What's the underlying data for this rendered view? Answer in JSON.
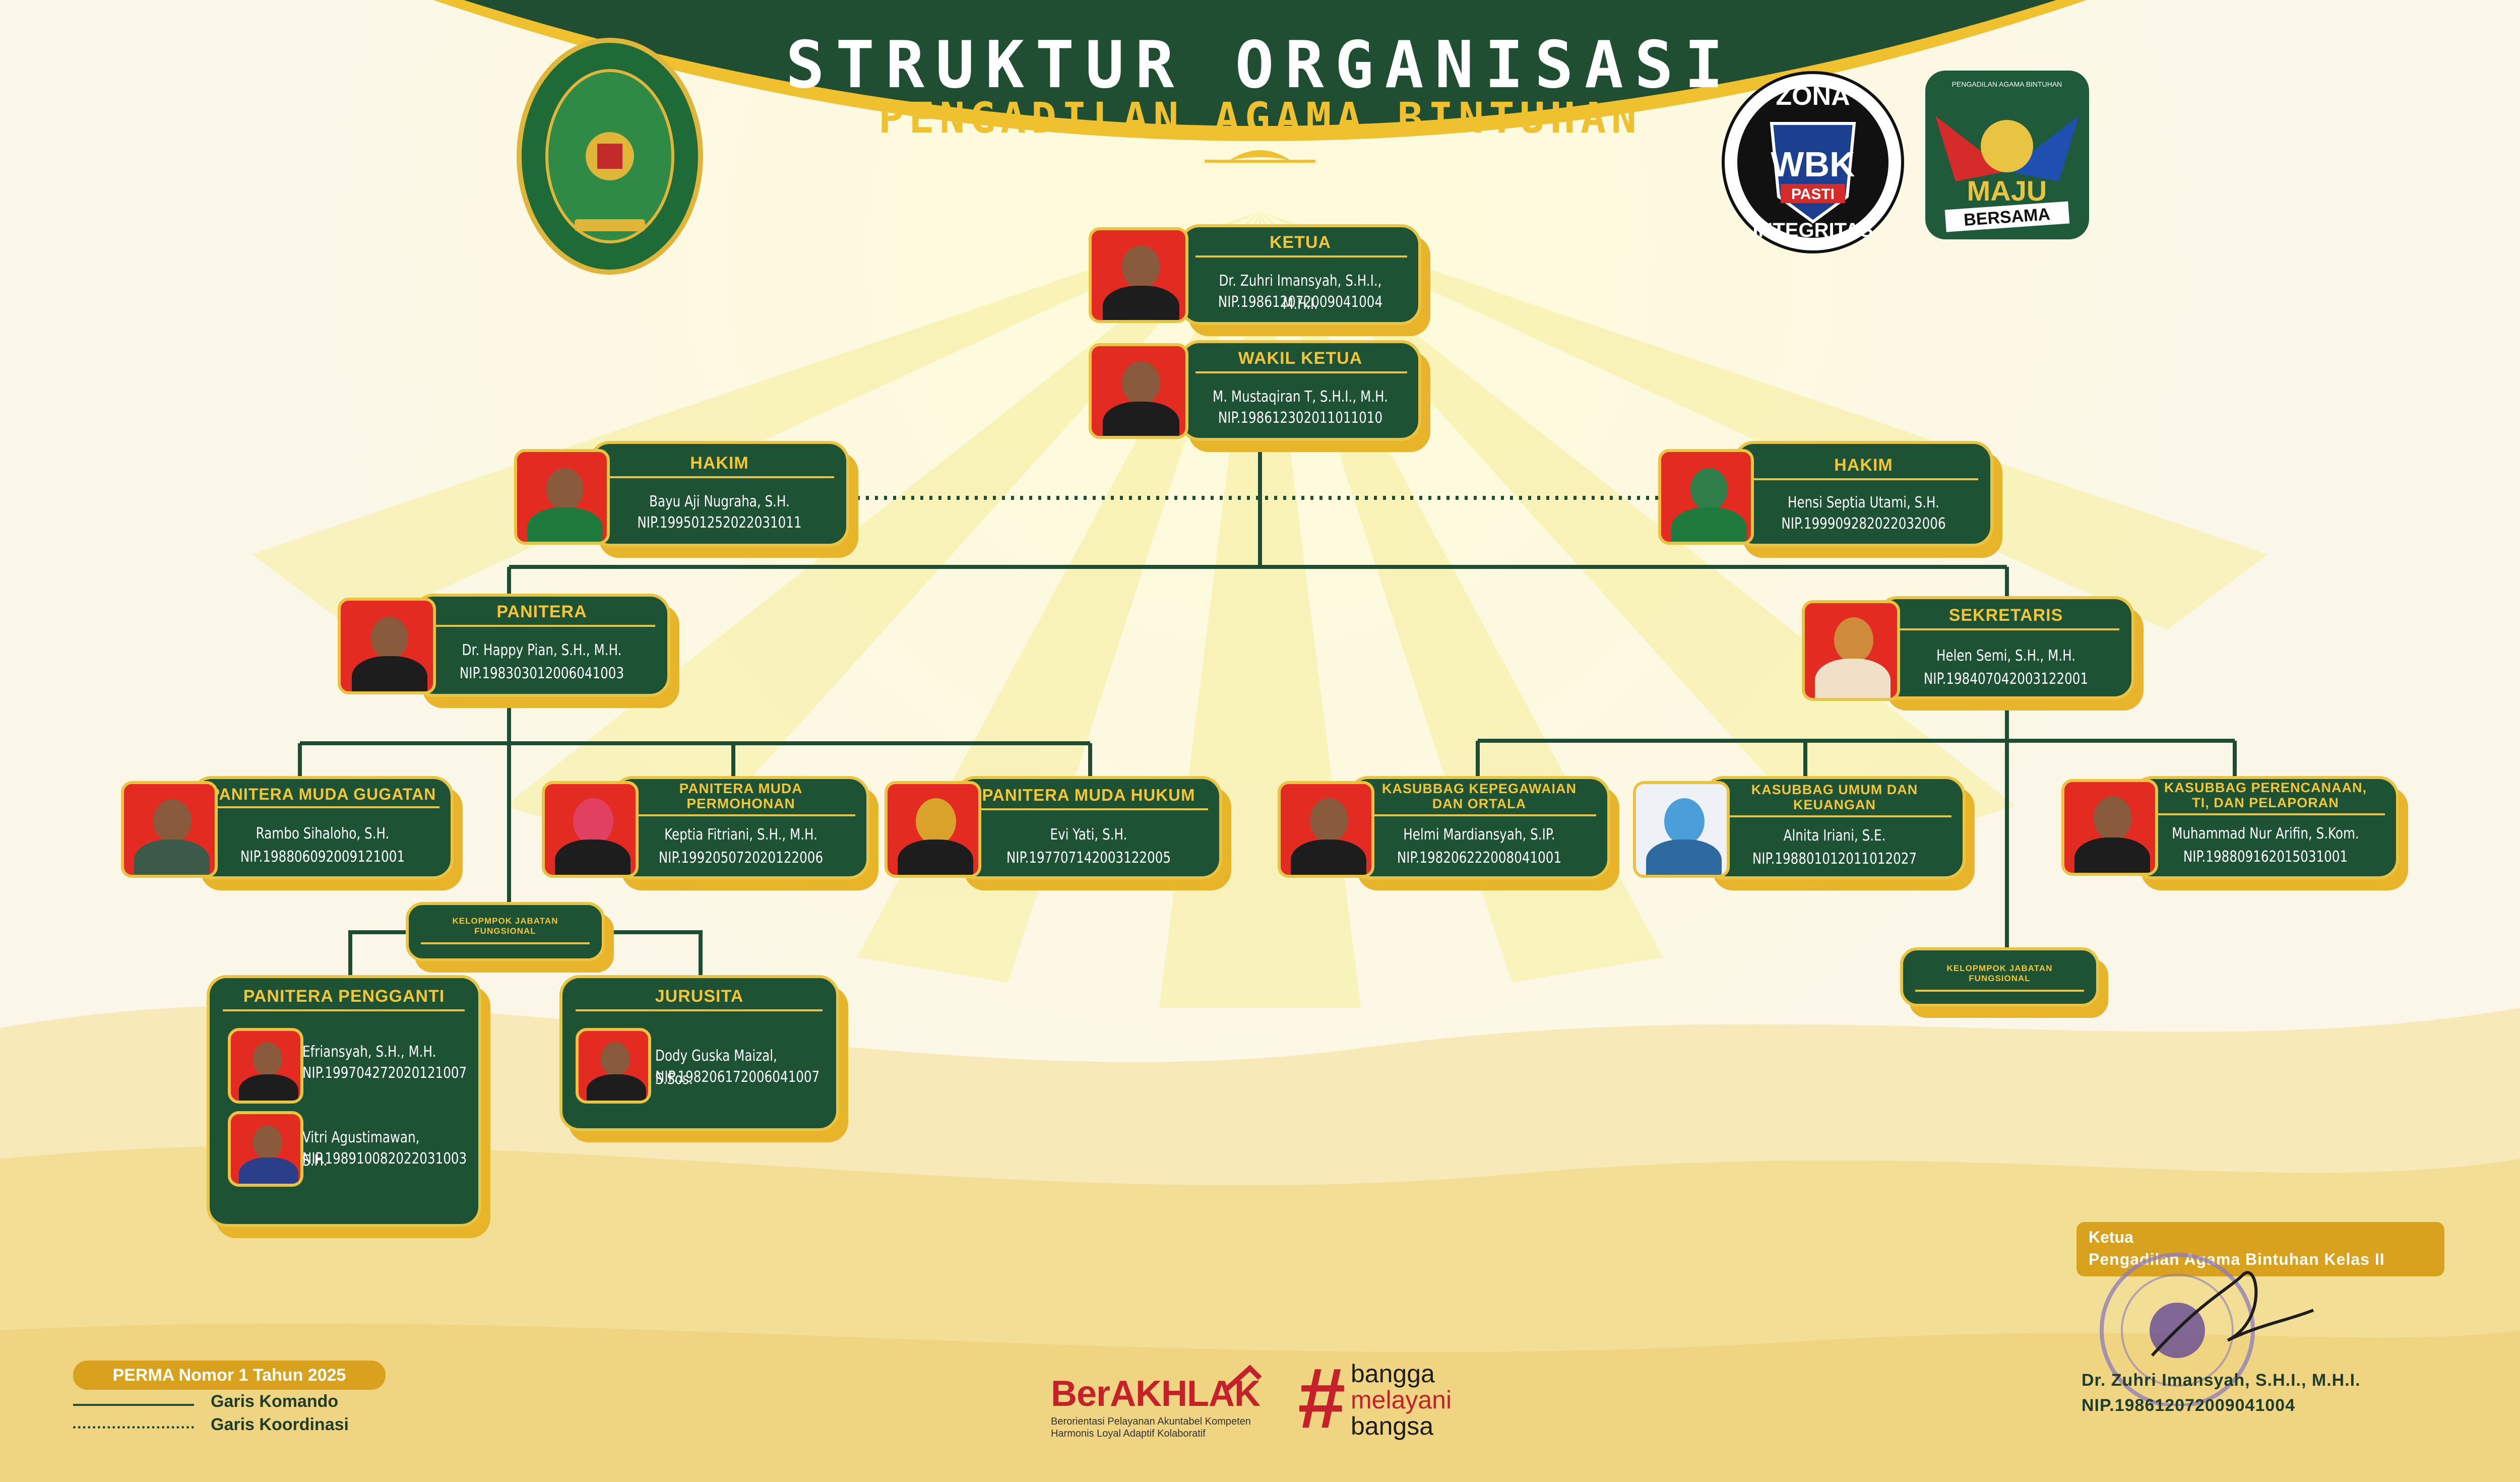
{
  "header": {
    "title": "STRUKTUR ORGANISASI",
    "subtitle": "PENGADILAN AGAMA BINTUHAN"
  },
  "logos": {
    "court_emblem": "court-emblem-seal",
    "zona": {
      "top": "ZONA",
      "mid": "WBK",
      "band": "PASTI",
      "bottom": "INTEGRITAS"
    },
    "maju": {
      "small": "PENGADILAN AGAMA BINTUHAN",
      "big": "MAJU",
      "band": "BERSAMA"
    }
  },
  "positions": {
    "ketua": {
      "role": "KETUA",
      "name": "Dr. Zuhri Imansyah, S.H.I., M.H.I.",
      "nip": "NIP.198612072009041004"
    },
    "wakil": {
      "role": "WAKIL KETUA",
      "name": "M. Mustaqiran T, S.H.I., M.H.",
      "nip": "NIP.198612302011011010"
    },
    "hakim1": {
      "role": "HAKIM",
      "name": "Bayu Aji Nugraha, S.H.",
      "nip": "NIP.199501252022031011"
    },
    "hakim2": {
      "role": "HAKIM",
      "name": "Hensi Septia Utami, S.H.",
      "nip": "NIP.199909282022032006"
    },
    "panitera": {
      "role": "PANITERA",
      "name": "Dr. Happy Pian, S.H., M.H.",
      "nip": "NIP.198303012006041003"
    },
    "sekretaris": {
      "role": "SEKRETARIS",
      "name": "Helen Semi, S.H., M.H.",
      "nip": "NIP.198407042003122001"
    },
    "pm_gugatan": {
      "role": "PANITERA MUDA GUGATAN",
      "name": "Rambo Sihaloho, S.H.",
      "nip": "NIP.198806092009121001"
    },
    "pm_permohonan": {
      "role1": "PANITERA MUDA",
      "role2": "PERMOHONAN",
      "name": "Keptia Fitriani, S.H., M.H.",
      "nip": "NIP.199205072020122006"
    },
    "pm_hukum": {
      "role": "PANITERA MUDA HUKUM",
      "name": "Evi Yati, S.H.",
      "nip": "NIP.197707142003122005"
    },
    "kasubbag_peg": {
      "role1": "KASUBBAG KEPEGAWAIAN",
      "role2": "DAN ORTALA",
      "name": "Helmi Mardiansyah, S.IP.",
      "nip": "NIP.198206222008041001"
    },
    "kasubbag_umum": {
      "role1": "KASUBBAG UMUM DAN",
      "role2": "KEUANGAN",
      "name": "Alnita Iriani, S.E.",
      "nip": "NIP.198801012011012027"
    },
    "kasubbag_ren": {
      "role1": "KASUBBAG PERENCANAAN,",
      "role2": "TI, DAN PELAPORAN",
      "name": "Muhammad Nur Arifin, S.Kom.",
      "nip": "NIP.198809162015031001"
    },
    "kelompok1": {
      "role1": "KELOPMPOK JABATAN",
      "role2": "FUNGSIONAL"
    },
    "kelompok2": {
      "role1": "KELOPMPOK JABATAN",
      "role2": "FUNGSIONAL"
    },
    "pengganti": {
      "role": "PANITERA PENGGANTI",
      "p1_name": "Efriansyah, S.H., M.H.",
      "p1_nip": "NIP.199704272020121007",
      "p2_name": "Vitri Agustimawan, S.H.",
      "p2_nip": "NIP.198910082022031003"
    },
    "jurusita": {
      "role": "JURUSITA",
      "name": "Dody Guska Maizal, S.Sos.",
      "nip": "NIP.198206172006041007"
    }
  },
  "legend": {
    "badge": "PERMA Nomor 1 Tahun 2025",
    "solid": "Garis Komando",
    "dotted": "Garis Koordinasi"
  },
  "berakhlak": {
    "brand1": "Ber",
    "brand2": "AKHLAK",
    "tag1": "Berorientasi Pelayanan Akuntabel Kompeten",
    "tag2": "Harmonis Loyal Adaptif Kolaboratif"
  },
  "bangga": {
    "hash": "#",
    "w1": "bangga",
    "w2": "melayani",
    "w3": "bangsa"
  },
  "signature": {
    "label1": "Ketua",
    "label2": "Pengadilan Agama Bintuhan Kelas II",
    "name": "Dr. Zuhri Imansyah, S.H.I., M.H.I.",
    "nip": "NIP.198612072009041004"
  },
  "colors": {
    "green": "#1e5234",
    "gold": "#e9c342",
    "photo_bg": "#e32b22",
    "cream": "#fbf7e8"
  }
}
